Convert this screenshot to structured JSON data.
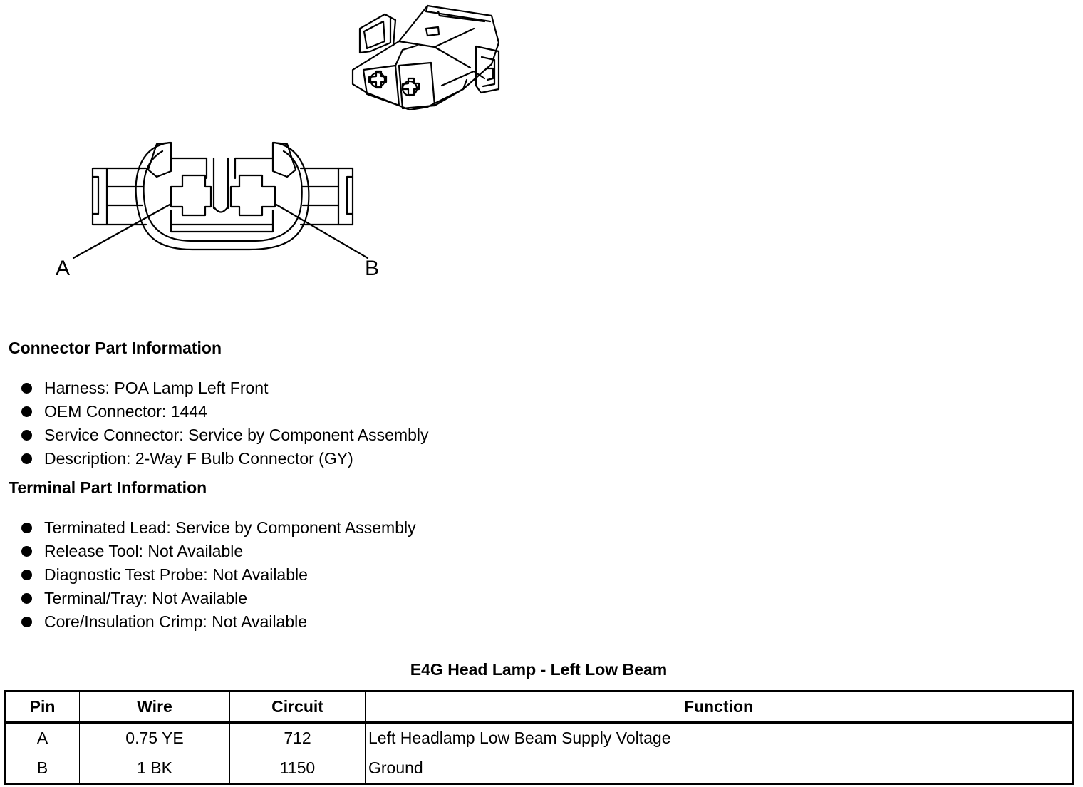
{
  "diagram": {
    "pin_a_label": "A",
    "pin_b_label": "B"
  },
  "connector_info": {
    "heading": "Connector Part Information",
    "items": [
      "Harness: POA Lamp Left Front",
      "OEM Connector: 1444",
      "Service Connector: Service by Component Assembly",
      "Description: 2-Way F Bulb Connector (GY)"
    ]
  },
  "terminal_info": {
    "heading": "Terminal Part Information",
    "items": [
      "Terminated Lead: Service by Component Assembly",
      "Release Tool: Not Available",
      "Diagnostic Test Probe: Not Available",
      "Terminal/Tray: Not Available",
      "Core/Insulation Crimp: Not Available"
    ]
  },
  "table": {
    "title": "E4G Head Lamp - Left Low Beam",
    "headers": [
      "Pin",
      "Wire",
      "Circuit",
      "Function"
    ],
    "rows": [
      [
        "A",
        "0.75 YE",
        "712",
        "Left Headlamp Low Beam Supply Voltage"
      ],
      [
        "B",
        "1 BK",
        "1150",
        "Ground"
      ]
    ]
  }
}
